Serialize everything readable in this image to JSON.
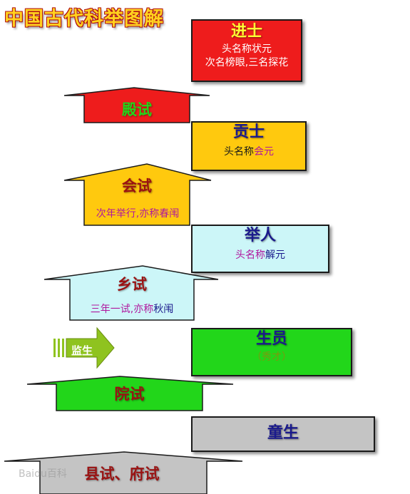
{
  "title": "中国古代科举图解",
  "levels": {
    "jinshi": {
      "name": "进士",
      "line1": "头名称状元",
      "line2": "次名榜眼,三名探花"
    },
    "dianshi": {
      "name": "殿试"
    },
    "gongshi": {
      "name": "贡士",
      "prefix": "头名称",
      "highlight": "会元"
    },
    "huishi": {
      "name": "会试",
      "prefix": "次年举行,亦称",
      "highlight": "春闱"
    },
    "juren": {
      "name": "举人",
      "prefix": "头名称",
      "highlight": "解元"
    },
    "xiangshi": {
      "name": "乡试",
      "prefix": "三年一试,亦称",
      "highlight": "秋闱"
    },
    "jiansheng": {
      "name": "监生"
    },
    "shengyuan": {
      "name": "生员",
      "note": "（秀才）"
    },
    "yuanshi": {
      "name": "院试"
    },
    "tongsheng": {
      "name": "童生"
    },
    "xianshi": {
      "name": "县试、府试"
    }
  },
  "watermark": "Baidu百科",
  "colors": {
    "red": "#ee1c1c",
    "gold": "#ffc90e",
    "lightblue": "#ccf6f8",
    "green": "#22d61a",
    "gray": "#c4c4c4",
    "purple": "#b0189e",
    "navy": "#1a1a8c",
    "darkred": "#9a1212",
    "yellow": "#ffff33",
    "olive": "#7a9a10"
  }
}
